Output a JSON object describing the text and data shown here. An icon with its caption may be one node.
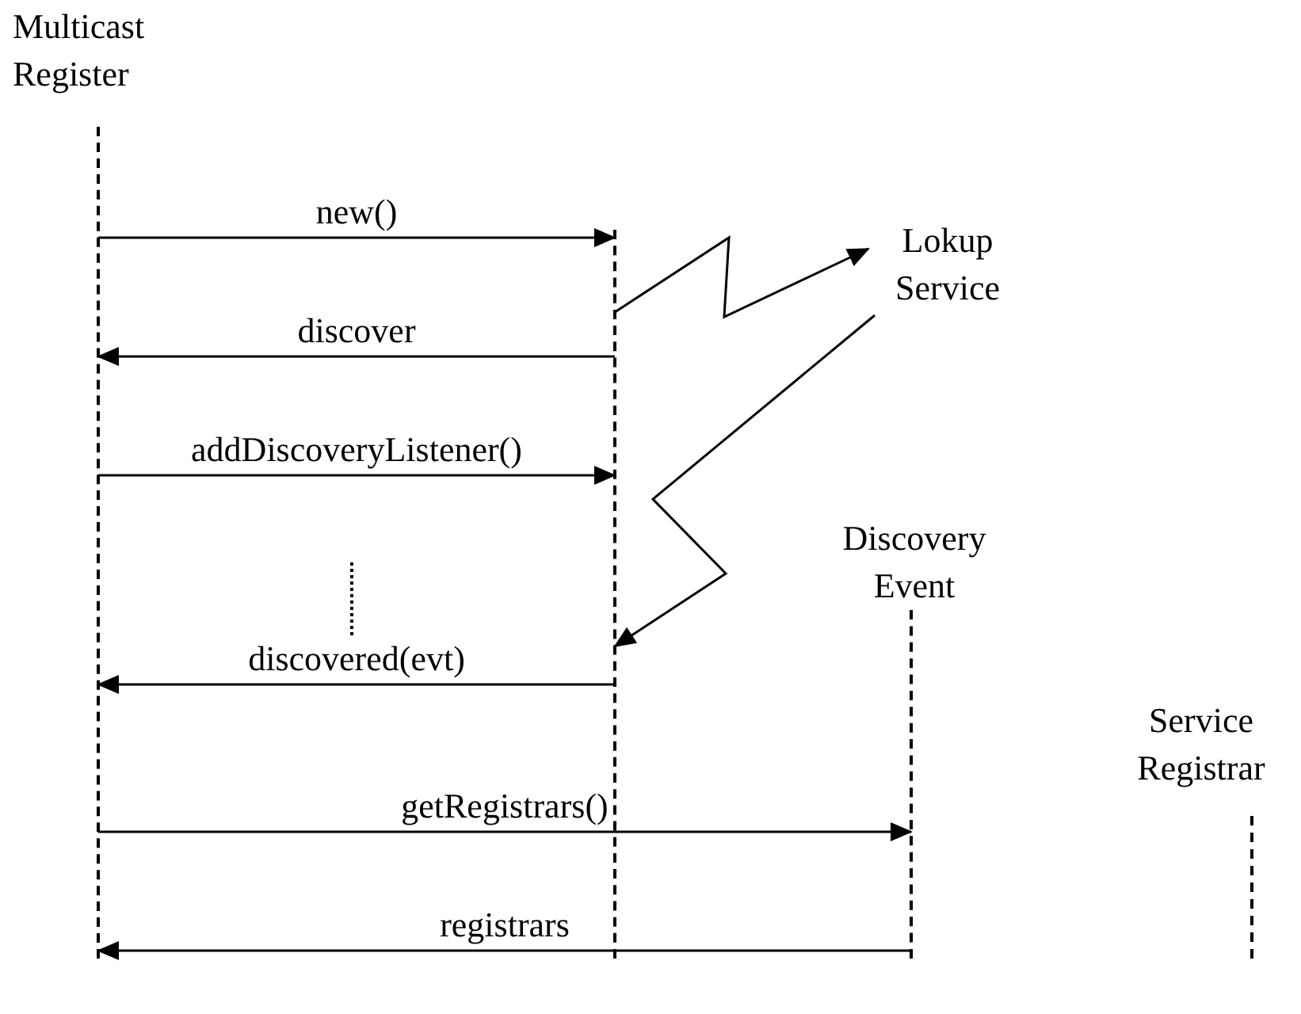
{
  "diagram": {
    "nodes": [
      {
        "text": [
          "Multicast Register"
        ]
      },
      {
        "text": [],
        "shape": "line"
      },
      {
        "text": [
          "Lokup Service"
        ]
      },
      {
        "text": [
          "Discovery Event"
        ]
      },
      {
        "text": [
          "Service Registrar"
        ]
      }
    ],
    "edges": [
      {
        "from": 0,
        "to": 1,
        "arrow": "to",
        "label": "new()"
      },
      {
        "from": 1,
        "to": 2,
        "arrow": "to"
      },
      {
        "from": 1,
        "to": 0,
        "arrow": "to",
        "label": "discover"
      },
      {
        "from": 0,
        "to": 1,
        "arrow": "to",
        "label": "addDiscoveryListener()"
      },
      {
        "from": 2,
        "to": 1,
        "arrow": "to"
      },
      {
        "from": 1,
        "to": 0,
        "arrow": "to",
        "label": "discovered(evt)"
      },
      {
        "from": 0,
        "to": 3,
        "arrow": "to",
        "label": "getRegistrars()"
      },
      {
        "from": 3,
        "to": 0,
        "arrow": "to",
        "label": "registrars"
      }
    ]
  }
}
